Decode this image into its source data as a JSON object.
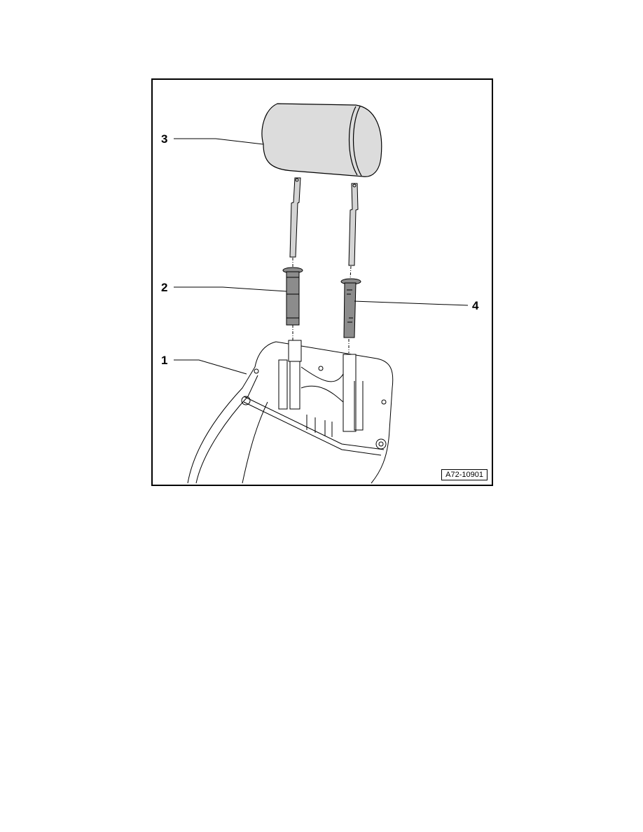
{
  "figure": {
    "id_label": "A72-10901",
    "callouts": [
      {
        "number": "1",
        "part": "seat-backrest-frame"
      },
      {
        "number": "2",
        "part": "headrest-guide-sleeve-left"
      },
      {
        "number": "3",
        "part": "headrest"
      },
      {
        "number": "4",
        "part": "headrest-guide-sleeve-right-with-release"
      }
    ]
  },
  "colors": {
    "line": "#000000",
    "headrest_fill": "#dcdcdc",
    "guide_fill": "#8c8c8c",
    "rod_fill": "#d4d4d4",
    "background": "#ffffff"
  }
}
